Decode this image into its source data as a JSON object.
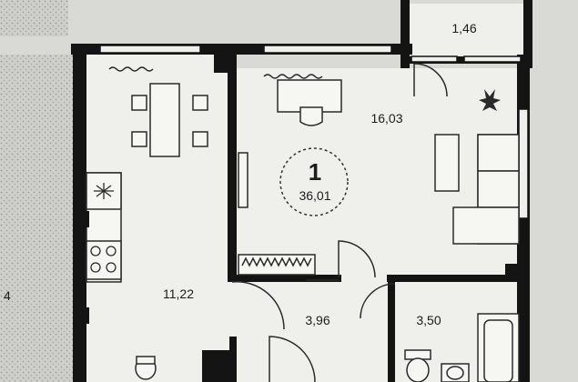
{
  "apartment": {
    "number": "1",
    "total_area": "36,01"
  },
  "rooms": {
    "balcony": {
      "area": "1,46"
    },
    "living_room": {
      "area": "16,03"
    },
    "kitchen": {
      "area": "11,22"
    },
    "hallway": {
      "area": "3,96"
    },
    "bathroom": {
      "area": "3,50"
    },
    "neighbor_partial": {
      "area": "4"
    }
  },
  "colors": {
    "paper": "#d9d9d6",
    "room_fill": "#efefec",
    "wall": "#141414",
    "line": "#2a2a2a"
  }
}
